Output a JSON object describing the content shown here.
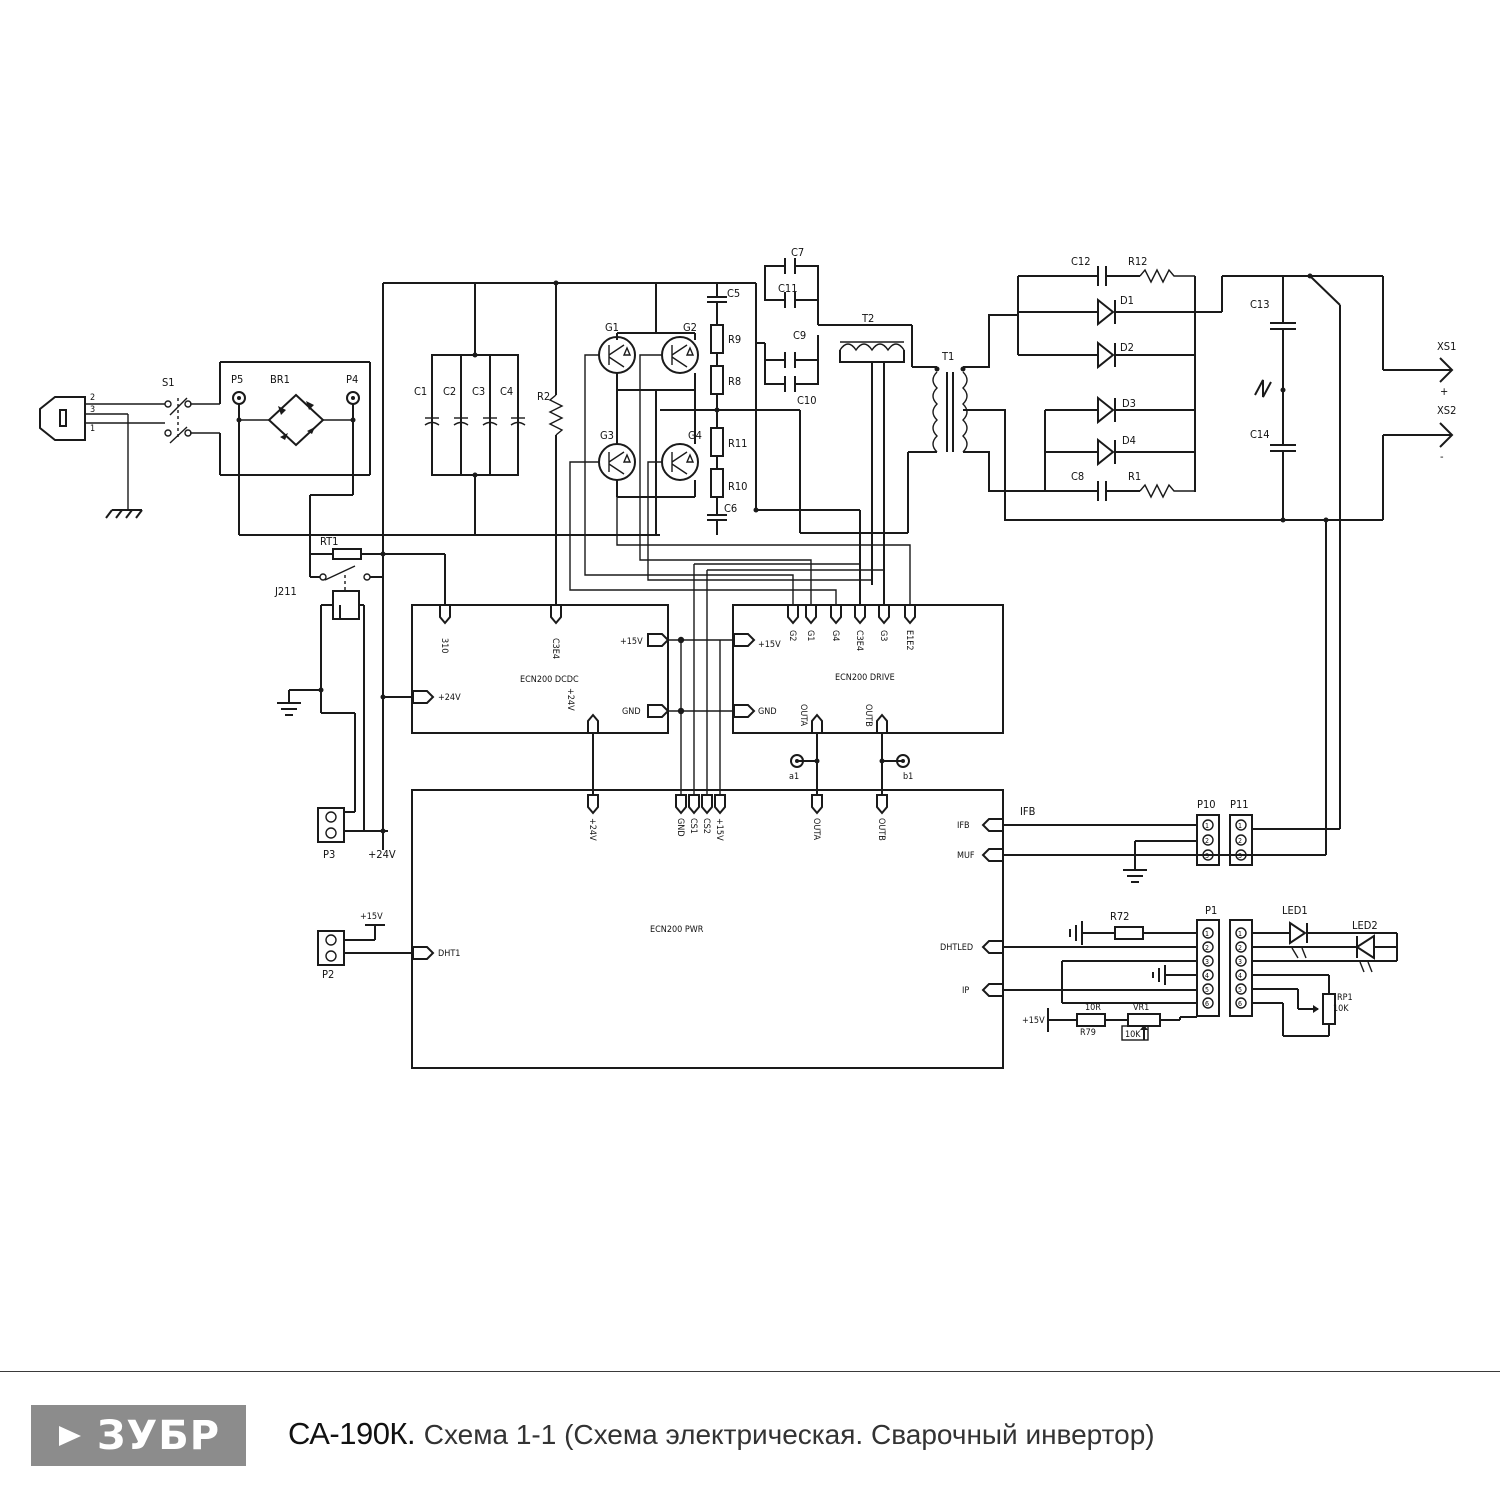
{
  "footer": {
    "brand": "ЗУБР",
    "model": "СА-190К.",
    "description": "Схема 1-1 (Схема электрическая. Сварочный инвертор)"
  },
  "schematic": {
    "labels": {
      "s1": "S1",
      "p5": "P5",
      "br1": "BR1",
      "p4": "P4",
      "c1": "C1",
      "c2": "C2",
      "c3": "C3",
      "c4": "C4",
      "r2": "R2",
      "g1": "G1",
      "g2": "G2",
      "g3": "G3",
      "g4": "G4",
      "c5": "C5",
      "r9": "R9",
      "r8": "R8",
      "r11": "R11",
      "r10": "R10",
      "c6": "C6",
      "c7": "C7",
      "c11": "C11",
      "c9": "C9",
      "c10": "C10",
      "t2": "T2",
      "t1": "T1",
      "c12": "C12",
      "r12": "R12",
      "d1": "D1",
      "d2": "D2",
      "d3": "D3",
      "d4": "D4",
      "c8": "C8",
      "r1": "R1",
      "c13": "C13",
      "c14": "C14",
      "xs1": "XS1",
      "xs2": "XS2",
      "plus": "+",
      "minus": "-",
      "rt1": "RT1",
      "j211": "J211",
      "p3": "P3",
      "p2": "P2",
      "p10": "P10",
      "p11": "P11",
      "p1": "P1",
      "led1": "LED1",
      "led2": "LED2",
      "r72": "R72",
      "r79": "R79",
      "r79_val": "10R",
      "vr1": "VR1",
      "vr1_val": "10K",
      "rp1": "RP1",
      "rp1_val": "10K",
      "dcdc_name": "ECN200 DCDC",
      "drive_name": "ECN200 DRIVE",
      "pwr_name": "ECN200 PWR",
      "dcdc_310": "310",
      "dcdc_c3e4": "C3E4",
      "dcdc_15v": "+15V",
      "dcdc_gnd": "GND",
      "dcdc_24v_in": "+24V",
      "dcdc_24v_out": "+24V",
      "drv_15v": "+15V",
      "drv_gnd": "GND",
      "drv_g2": "G2",
      "drv_g1": "G1",
      "drv_g4": "G4",
      "drv_c3e4": "C3E4",
      "drv_g3": "G3",
      "drv_e1e2": "E1E2",
      "drv_outa": "OUTA",
      "drv_outb": "OUTB",
      "a1": "a1",
      "b1": "b1",
      "pwr_24v": "+24V",
      "pwr_gnd": "GND",
      "pwr_cs1": "CS1",
      "pwr_cs2": "CS2",
      "pwr_15v": "+15V",
      "pwr_outa": "OUTA",
      "pwr_outb": "OUTB",
      "pwr_ifb": "IFB",
      "pwr_muf": "MUF",
      "pwr_dhtled": "DHTLED",
      "pwr_ip": "IP",
      "pwr_dht1": "DHT1",
      "ifb_wire": "IFB",
      "p3_24v": "+24V",
      "p2_15v": "+15V",
      "p1_15v": "+15V",
      "plug_pin2": "2",
      "plug_pin3": "3",
      "plug_pin1": "1",
      "pin1": "1",
      "pin2": "2",
      "pin3": "3",
      "pin4": "4",
      "pin5": "5",
      "pin6": "6"
    }
  }
}
